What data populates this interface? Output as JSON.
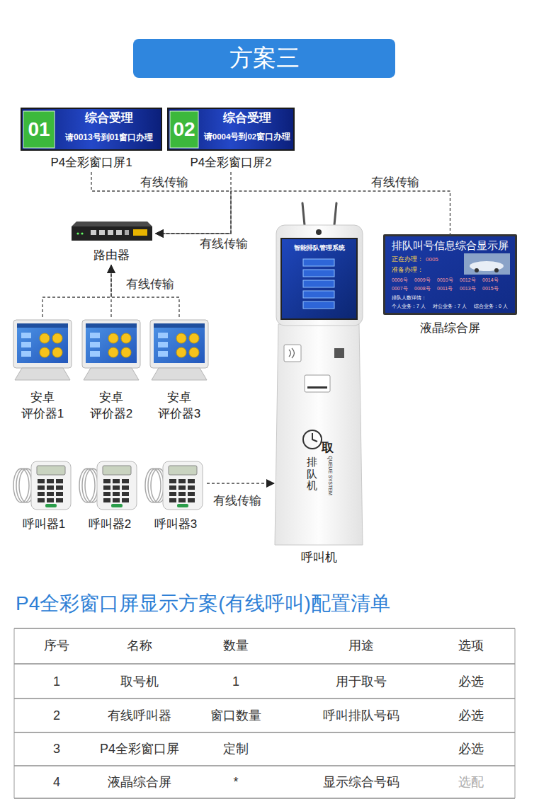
{
  "diagram": {
    "title": "方案三",
    "nodes": [
      {
        "text": [
          "综合受理",
          "请0013号到01窗口办理",
          "P4全彩窗口屏1"
        ]
      },
      {
        "text": [
          "01"
        ],
        "in": 0
      },
      {
        "text": [
          "综合受理",
          "请0004号到02窗口办理",
          "P4全彩窗口屏2"
        ]
      },
      {
        "text": [
          "02"
        ],
        "in": 2
      },
      {
        "text": [
          "路由器"
        ]
      },
      {
        "text": [
          "取",
          "排队机",
          "QUEUE SYSTEM",
          "呼叫机"
        ]
      },
      {
        "text": [
          "智能排队管理系统"
        ],
        "in": 5
      },
      {
        "text": [
          "排队叫号信息综合显示屏",
          "正在办理：",
          "0005",
          "准备办理：",
          "0006号",
          "0009号",
          "0010号",
          "0012号",
          "0014号",
          "0007号",
          "0008号",
          "0011号",
          "0013号",
          "0015号",
          "排队人数详情：",
          "个人业务：7 人",
          "对公业务：7 人",
          "综合业务：0 人",
          "液晶综合屏"
        ]
      },
      {
        "text": [
          "安卓 评价器1"
        ]
      },
      {
        "text": [
          "安卓 评价器2"
        ]
      },
      {
        "text": [
          "安卓 评价器3"
        ]
      },
      {
        "text": [
          "呼叫器1"
        ]
      },
      {
        "text": [
          "呼叫器2"
        ]
      },
      {
        "text": [
          "呼叫器3"
        ]
      }
    ],
    "edges": [
      {
        "from": 0,
        "to": 4,
        "arrow": "to",
        "label": "有线传输"
      },
      {
        "from": 2,
        "to": 4,
        "arrow": "to",
        "label": "有线传输"
      },
      {
        "from": 7,
        "to": 4,
        "arrow": "to",
        "label": "有线传输"
      },
      {
        "from": 8,
        "to": 4,
        "arrow": "to"
      },
      {
        "from": 9,
        "to": 4,
        "arrow": "to",
        "label": "有线传输"
      },
      {
        "from": 10,
        "to": 4,
        "arrow": "to"
      },
      {
        "from": 13,
        "to": 5,
        "arrow": "to",
        "label": "有线传输"
      }
    ],
    "labels": [
      "P4全彩窗口屏显示方案(有线呼叫)配置清单",
      "序号",
      "名称",
      "数量",
      "用途",
      "选项",
      "1",
      "取号机",
      "1",
      "用于取号",
      "必选",
      "2",
      "有线呼叫器",
      "窗口数量",
      "呼叫排队号码",
      "必选",
      "3",
      "P4全彩窗口屏",
      "定制",
      "必选",
      "4",
      "液晶综合屏",
      "*",
      "显示综合号码",
      "选配"
    ]
  }
}
